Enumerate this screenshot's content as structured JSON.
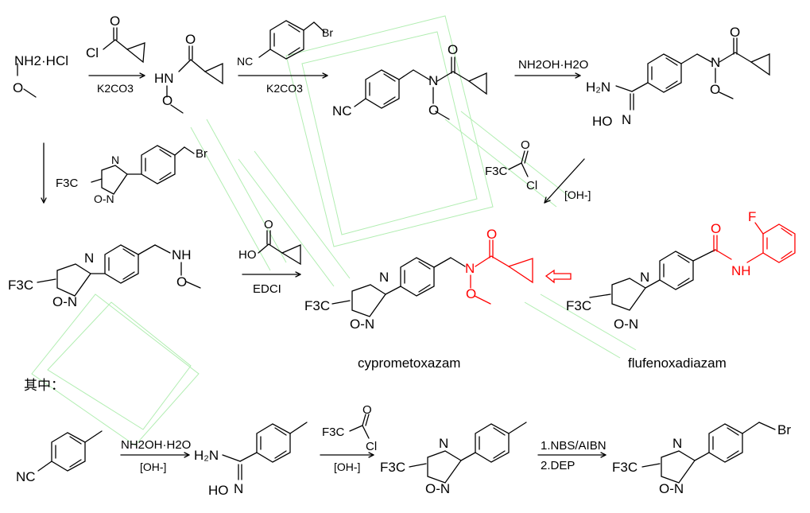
{
  "reagents": {
    "start_amine": "NH2·HCl",
    "acid_chloride_cl": "Cl",
    "k2co3": "K2CO3",
    "bromide_br": "Br",
    "bromide_cn": "NC",
    "hydroxylamine": "NH2OH·H2O",
    "base": "[OH-]",
    "cf3": "F3C",
    "edci": "EDCI",
    "acid_ho": "HO",
    "nbs": "1.NBS/AIBN",
    "dep": "2.DEP"
  },
  "labels": {
    "product": "cyprometoxazam",
    "reference": "flufenoxadiazam",
    "wherein": "其中："
  },
  "colors": {
    "bond": "#000000",
    "highlight": "#ff0000",
    "watermark": "#7ee27e"
  }
}
